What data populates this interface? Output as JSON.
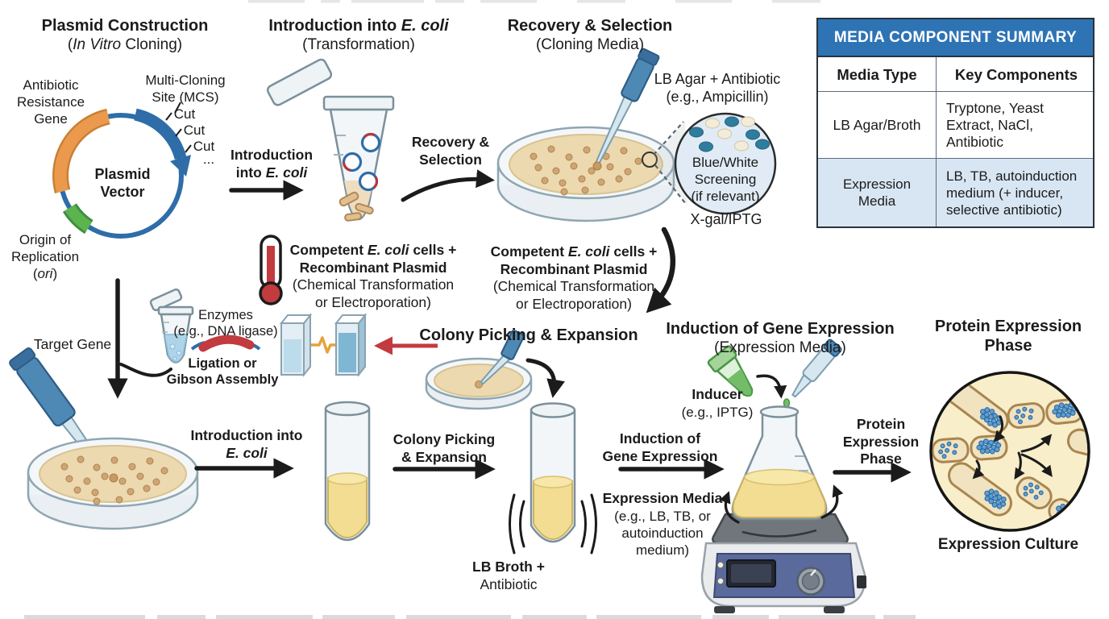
{
  "colors": {
    "ink": "#1b1b1b",
    "plasmid_blue": "#2e6da8",
    "gene_orange": "#eb9a4d",
    "ori_green": "#5cb44e",
    "agar_tan": "#ecd9b0",
    "colony_brown": "#cda676",
    "broth_yellow": "#f2dd92",
    "glass_stroke": "#7b909c",
    "pipette_blue": "#4e89b5",
    "table_header_blue": "#2e74b5",
    "table_row_blue": "#d8e6f3",
    "screen_teal": "#2f7d9e",
    "screen_cream": "#f3ecd9",
    "alert_red": "#c23b3f",
    "spark_gold": "#e6a23c",
    "culture_cream": "#f8eeca",
    "cell_tan": "#f1e3c0",
    "cell_outline": "#a9854f",
    "protein_blue": "#5e9fd4",
    "inducer_green": "#74bd68",
    "stirrer_panel": "#5a6a9c"
  },
  "titles": {
    "plasmid": {
      "line1": "Plasmid Construction",
      "sub_pre": "(",
      "sub_italic": "In Vitro",
      "sub_post": " Cloning)"
    },
    "intro": {
      "line1_pre": "Introduction into ",
      "line1_italic": "E. coli",
      "sub": "(Transformation)"
    },
    "recovery": {
      "line1": "Recovery & Selection",
      "sub": "(Cloning Media)"
    },
    "colony": {
      "line1": "Colony Picking & Expansion"
    },
    "induction": {
      "line1": "Induction of Gene Expression",
      "sub": "(Expression Media)"
    },
    "protein": {
      "line1": "Protein Expression",
      "line2": "Phase"
    }
  },
  "plasmid_map": {
    "antibiotic_l1": "Antibiotic",
    "antibiotic_l2": "Resistance",
    "antibiotic_l3": "Gene",
    "mcs_l1": "Multi-Cloning",
    "mcs_l2": "Site (MCS)",
    "cut": "Cut",
    "cut_ellipsis": "...",
    "center_l1": "Plasmid",
    "center_l2": "Vector",
    "ori_l1": "Origin of",
    "ori_l2": "Replication",
    "ori_pre": "(",
    "ori_italic": "ori",
    "ori_post": ")",
    "target_gene": "Target Gene"
  },
  "ligation": {
    "enzymes_l1": "Enzymes",
    "enzymes_l2": "(e.g., DNA ligase)",
    "method_l1": "Ligation or",
    "method_l2": "Gibson Assembly"
  },
  "steps": {
    "intro_top_l1": "Introduction",
    "intro_top_l2_pre": "into ",
    "intro_top_l2_italic": "E. coli",
    "recovery_l1": "Recovery &",
    "recovery_l2": "Selection",
    "intro_bottom_l1": "Introduction into",
    "intro_bottom_l2_italic": "E. coli",
    "colony_l1": "Colony Picking",
    "colony_l2": "& Expansion",
    "induction_l1": "Induction of",
    "induction_l2": "Gene Expression",
    "protein_l1": "Protein",
    "protein_l2": "Expression",
    "protein_l3": "Phase"
  },
  "competent": {
    "l1_pre": "Competent ",
    "l1_italic": "E. coli",
    "l1_post": " cells +",
    "l2": "Recombinant Plasmid",
    "l3": "(Chemical Transformation",
    "l4": "or Electroporation)"
  },
  "recovery_labels": {
    "agar_l1": "LB Agar + Antibiotic",
    "agar_l2": "(e.g., Ampicillin)",
    "screen_l1": "Blue/White",
    "screen_l2": "Screening",
    "screen_l3": "(if relevant)",
    "xgal": "X-gal/IPTG"
  },
  "colony_labels": {
    "broth_l1": "LB Broth +",
    "broth_l2": "Antibiotic"
  },
  "induction_labels": {
    "inducer_l1": "Inducer",
    "inducer_l2": "(e.g., IPTG)",
    "media_l1": "Expression Media",
    "media_l2": "(e.g., LB, TB, or",
    "media_l3": "autoinduction",
    "media_l4": "medium)"
  },
  "expression_labels": {
    "culture": "Expression Culture"
  },
  "table": {
    "title": "MEDIA COMPONENT SUMMARY",
    "col1": "Media Type",
    "col2": "Key Components",
    "rows": [
      {
        "type": "LB Agar/Broth",
        "components": "Tryptone, Yeast Extract, NaCl, Antibiotic"
      },
      {
        "type": "Expression Media",
        "components": "LB, TB, autoinduction medium (+ inducer, selective antibiotic)"
      }
    ]
  },
  "icons": {
    "plasmid-map-icon": "circular-pl asmid-map",
    "thermometer-icon": "thermometer",
    "transformation-tube-icon": "microcentrifuge-tube",
    "electroporation-cuvettes-icon": "cuvettes-with-spark",
    "petri-dish-icon": "petri-dish",
    "pipette-icon": "pipette",
    "test-tube-icon": "test-tube",
    "erlenmeyer-flask-icon": "flask",
    "stir-plate-icon": "hotplate-stirrer",
    "inducer-tube-icon": "conical-tube",
    "magnifier-callout-icon": "zoom-circle",
    "dna-ligation-icon": "dna-arc",
    "expression-culture-icon": "bacteria-culture-circle"
  }
}
